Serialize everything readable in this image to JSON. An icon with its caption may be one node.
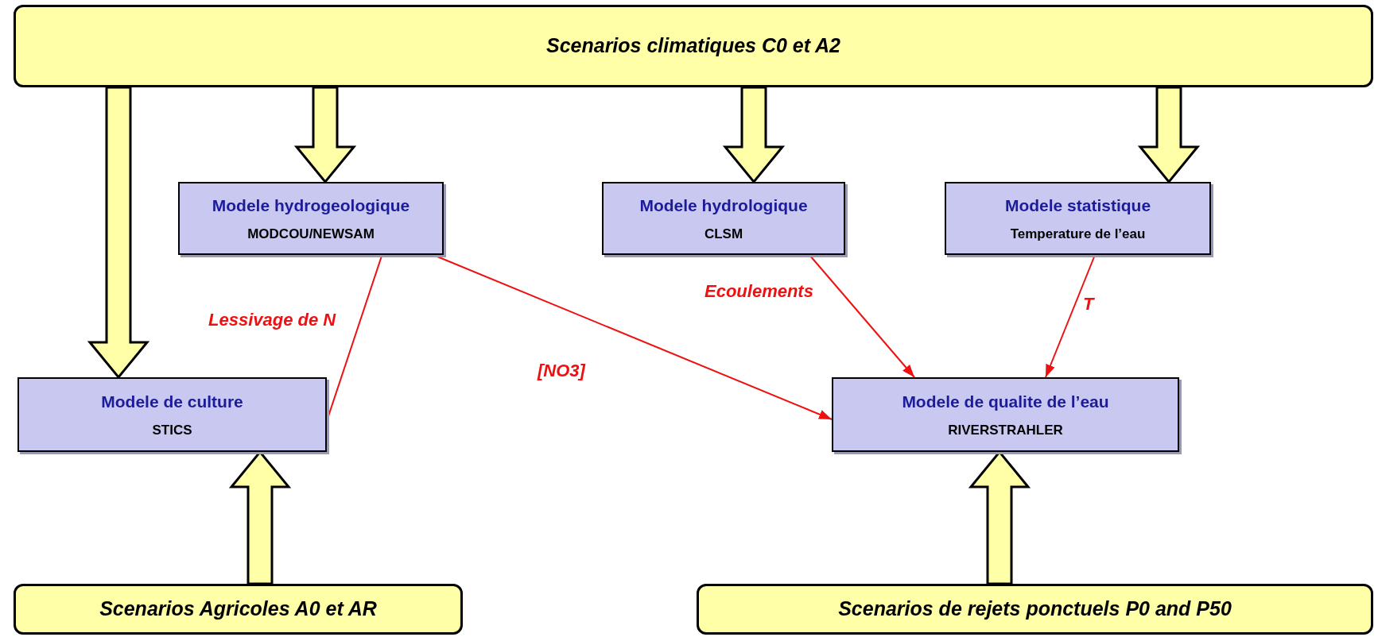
{
  "diagram": {
    "nodes": [
      {
        "text": [
          "Scenarios climatiques C0 et A2"
        ]
      },
      {
        "text": [
          "Modele hydrogeologique",
          "MODCOU/NEWSAM"
        ]
      },
      {
        "text": [
          "Modele hydrologique",
          "CLSM"
        ]
      },
      {
        "text": [
          "Modele statistique",
          "Temperature de l’eau"
        ]
      },
      {
        "text": [
          "Modele de culture",
          "STICS"
        ]
      },
      {
        "text": [
          "Modele de qualite de l’eau",
          "RIVERSTRAHLER"
        ]
      },
      {
        "text": [
          "Scenarios Agricoles A0 et AR"
        ]
      },
      {
        "text": [
          "Scenarios de rejets ponctuels P0 and P50"
        ]
      }
    ],
    "edges": [
      {
        "from": 0,
        "to": 4,
        "arrow": "to",
        "style": "thick"
      },
      {
        "from": 0,
        "to": 1,
        "arrow": "to",
        "style": "thick"
      },
      {
        "from": 0,
        "to": 2,
        "arrow": "to",
        "style": "thick"
      },
      {
        "from": 0,
        "to": 3,
        "arrow": "to",
        "style": "thick"
      },
      {
        "from": 6,
        "to": 4,
        "arrow": "to",
        "style": "thick"
      },
      {
        "from": 7,
        "to": 5,
        "arrow": "to",
        "style": "thick"
      },
      {
        "from": 4,
        "to": 1,
        "arrow": "to",
        "label": "Lessivage de N",
        "color": "#ee1111"
      },
      {
        "from": 1,
        "to": 5,
        "arrow": "to",
        "label": "[NO3]",
        "color": "#ee1111"
      },
      {
        "from": 2,
        "to": 5,
        "arrow": "to",
        "label": "Ecoulements",
        "color": "#ee1111"
      },
      {
        "from": 3,
        "to": 5,
        "arrow": "to",
        "label": "T",
        "color": "#ee1111"
      }
    ]
  }
}
